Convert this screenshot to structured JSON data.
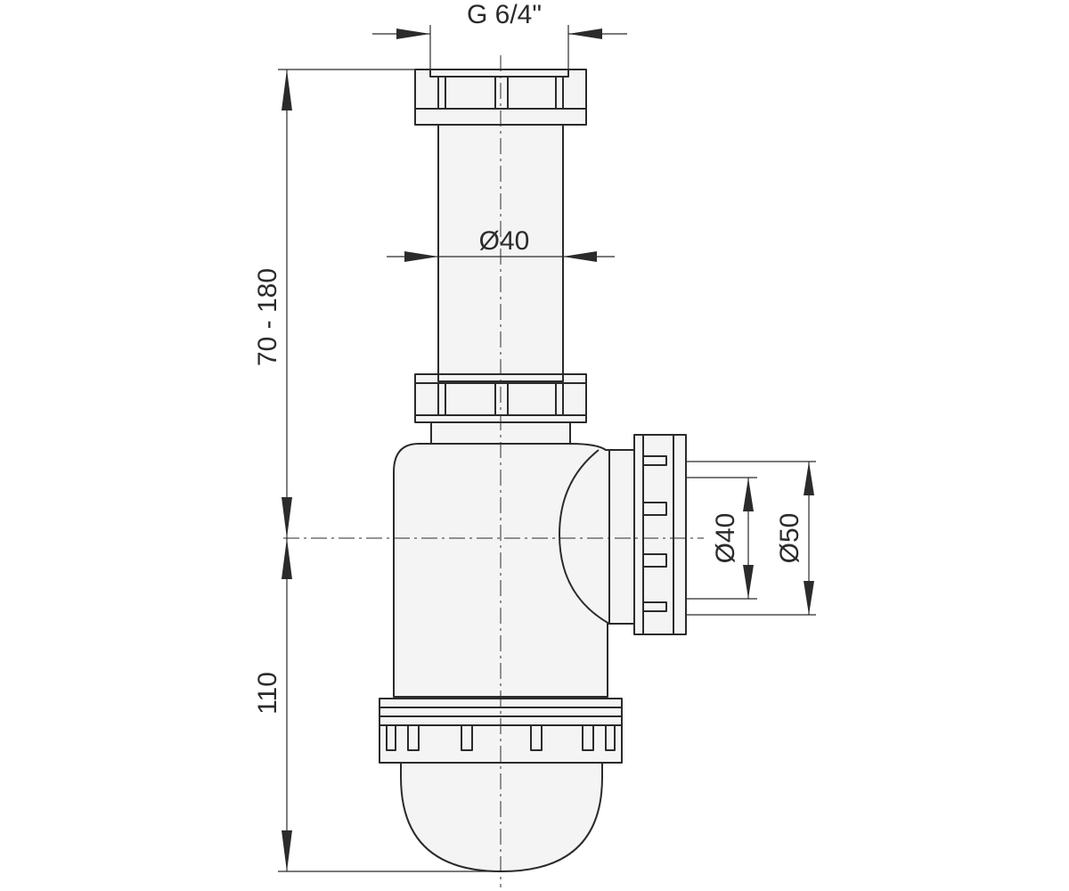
{
  "dimensions": {
    "top_thread": "G 6/4\"",
    "tube_diameter": "Ø40",
    "total_height_range": "70 - 180",
    "lower_height": "110",
    "outlet_inner_diameter": "Ø40",
    "outlet_outer_diameter": "Ø50"
  },
  "colors": {
    "line": "#2b2b2b",
    "body_fill": "#f4f4f4",
    "background": "#ffffff"
  }
}
